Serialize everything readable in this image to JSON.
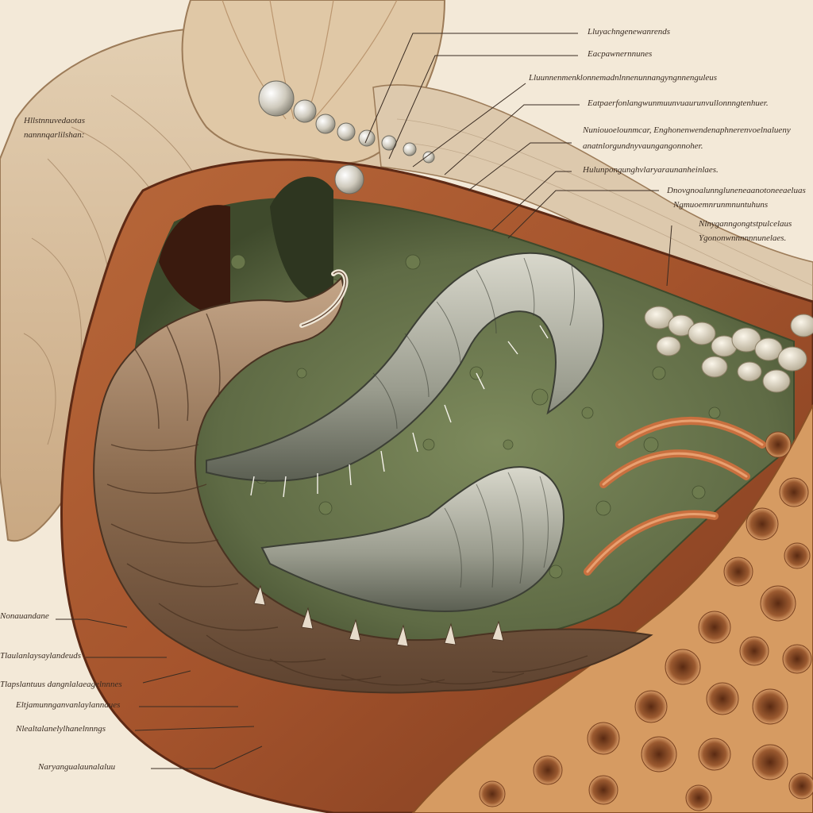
{
  "illustration": {
    "style": "vintage anatomical engraving",
    "subject": "segmented worms coiled inside a cross-section of tissue",
    "colors": {
      "paper": "#f3e9d8",
      "tissue_tan": "#d6b894",
      "wall_rust": "#a4532c",
      "wall_dark": "#6e2f1a",
      "moss_green": "#5f6b45",
      "worm_brown": "#8a6a4e",
      "worm_grey": "#9a9c8e",
      "honeycomb": "#c98a55",
      "ink": "#3a2c22"
    }
  },
  "labels_right": [
    "Lluyachngenewanrends",
    "Eacpawnernnunes",
    "Lluunnenmenklonnemadnlnnenunnangyngnnenguleus",
    "Eatpaerfonlangwunmuunvuaurunvullonnngtenhuer.",
    "Nuniouoelounmcar, Enghonenwendenaphnerenvoelnalueny",
    "anatnlorgundnyvaungangonnoher.",
    "Hulunpongunghvlaryaraunanheinlaes.",
    "Dnovgnoalunngluneneaanotoneeaeluas",
    "Ngmuoemnrunmnuntuhuns",
    "Nlnyganngongtstpulcelaus",
    "Ygononwnnnnnnunelaes."
  ],
  "labels_left": [
    "Hllstnnuvedaotas",
    "nannnqarlilshan:",
    "Nonauandane",
    "Tlaulanlaysaylandeuds",
    "Tlapslantuus dangnlalaeagelnnnes",
    "Eltjamunnganvanlaylannaues",
    "Nlealtalanelylhanelnnngs",
    "Naryangualaunalaluu"
  ]
}
